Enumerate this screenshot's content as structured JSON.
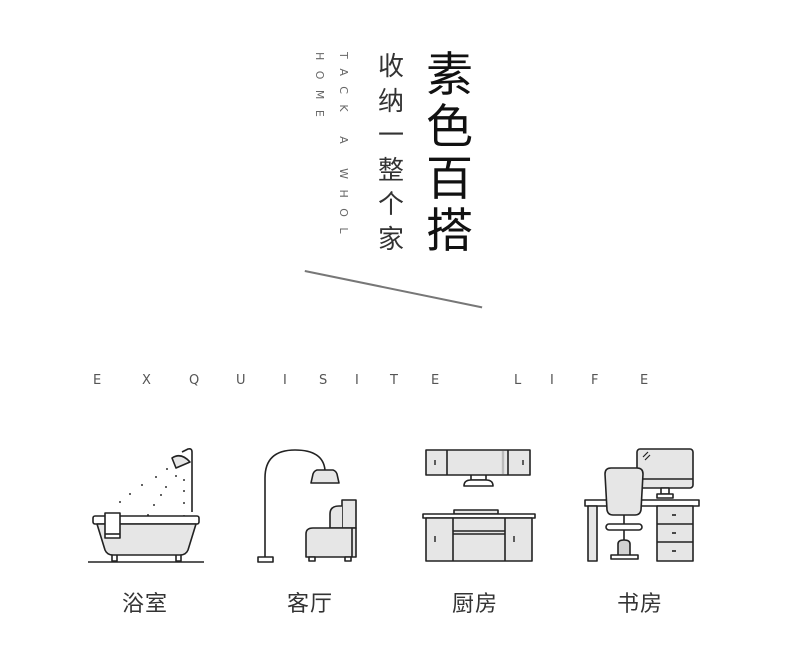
{
  "hero": {
    "main_title_chars": [
      "素",
      "色",
      "百",
      "搭"
    ],
    "subtitle_chars": [
      "收",
      "纳",
      "一",
      "整",
      "个",
      "家"
    ],
    "english_line_1": "TACK A WHOL",
    "english_line_2": "HOME"
  },
  "tagline": {
    "letters": [
      "E",
      "X",
      "Q",
      "U",
      "I",
      "S",
      "I",
      "T",
      "E",
      "",
      "L",
      "I",
      "F",
      "E"
    ],
    "text": "EXQUISITE LIFE"
  },
  "rooms": [
    {
      "icon": "bathtub-shower-icon",
      "label": "浴室"
    },
    {
      "icon": "floor-lamp-armchair-icon",
      "label": "客厅"
    },
    {
      "icon": "kitchen-cabinets-icon",
      "label": "厨房"
    },
    {
      "icon": "desk-computer-chair-icon",
      "label": "书房"
    }
  ],
  "colors": {
    "background": "#ffffff",
    "stroke": "#222222",
    "fill_light": "#e6e6e6",
    "fill_mid": "#d2d2d2",
    "divider": "#777777"
  }
}
